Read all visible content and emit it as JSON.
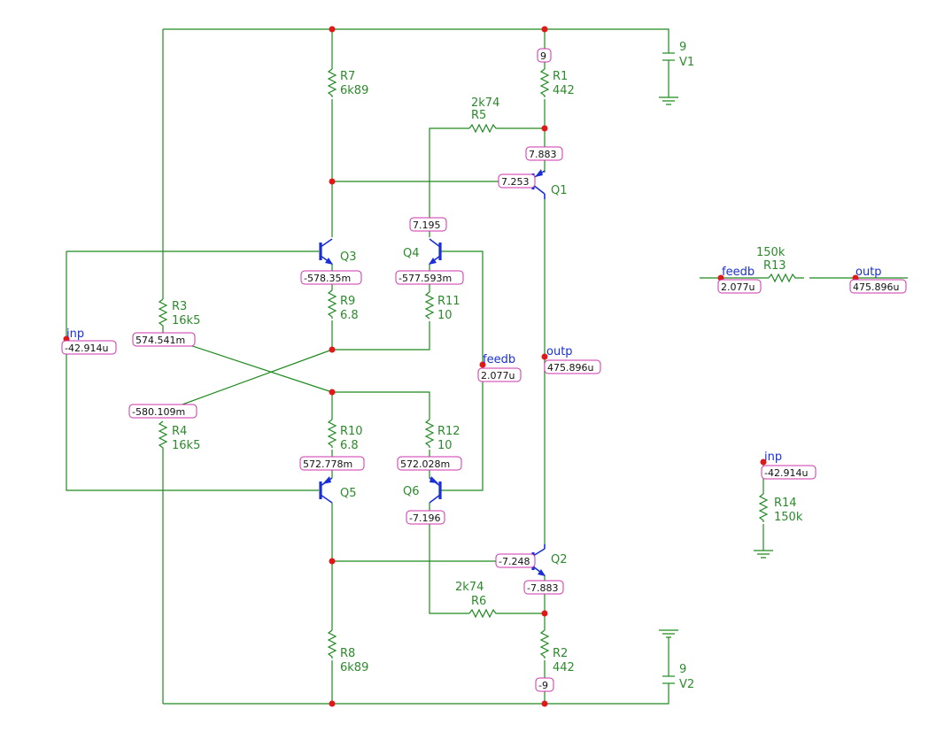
{
  "schematic": {
    "resistors": [
      {
        "name": "R1",
        "value": "442"
      },
      {
        "name": "R2",
        "value": "442"
      },
      {
        "name": "R3",
        "value": "16k5"
      },
      {
        "name": "R4",
        "value": "16k5"
      },
      {
        "name": "R5",
        "value": "2k74"
      },
      {
        "name": "R6",
        "value": "2k74"
      },
      {
        "name": "R7",
        "value": "6k89"
      },
      {
        "name": "R8",
        "value": "6k89"
      },
      {
        "name": "R9",
        "value": "6.8"
      },
      {
        "name": "R10",
        "value": "6.8"
      },
      {
        "name": "R11",
        "value": "10"
      },
      {
        "name": "R12",
        "value": "10"
      },
      {
        "name": "R13",
        "value": "150k"
      },
      {
        "name": "R14",
        "value": "150k"
      }
    ],
    "sources": [
      {
        "name": "V1",
        "value": "9"
      },
      {
        "name": "V2",
        "value": "9"
      }
    ],
    "transistors": [
      "Q1",
      "Q2",
      "Q3",
      "Q4",
      "Q5",
      "Q6"
    ],
    "net_labels": {
      "inp": "inp",
      "feedb": "feedb",
      "outp": "outp"
    },
    "voltages": {
      "v_top": "9",
      "v_bot": "-9",
      "q1_e": "7.883",
      "q1_b": "7.253",
      "q4_e": "7.195",
      "q3_e": "-578.35m",
      "q4_c": "-577.593m",
      "r3_bot": "574.541m",
      "inp": "-42.914u",
      "feedb": "2.077u",
      "outp": "475.896u",
      "r4_top": "-580.109m",
      "q5_e": "572.778m",
      "q6_e": "572.028m",
      "q6_c": "-7.196",
      "q2_b": "-7.248",
      "q2_e": "-7.883"
    }
  }
}
